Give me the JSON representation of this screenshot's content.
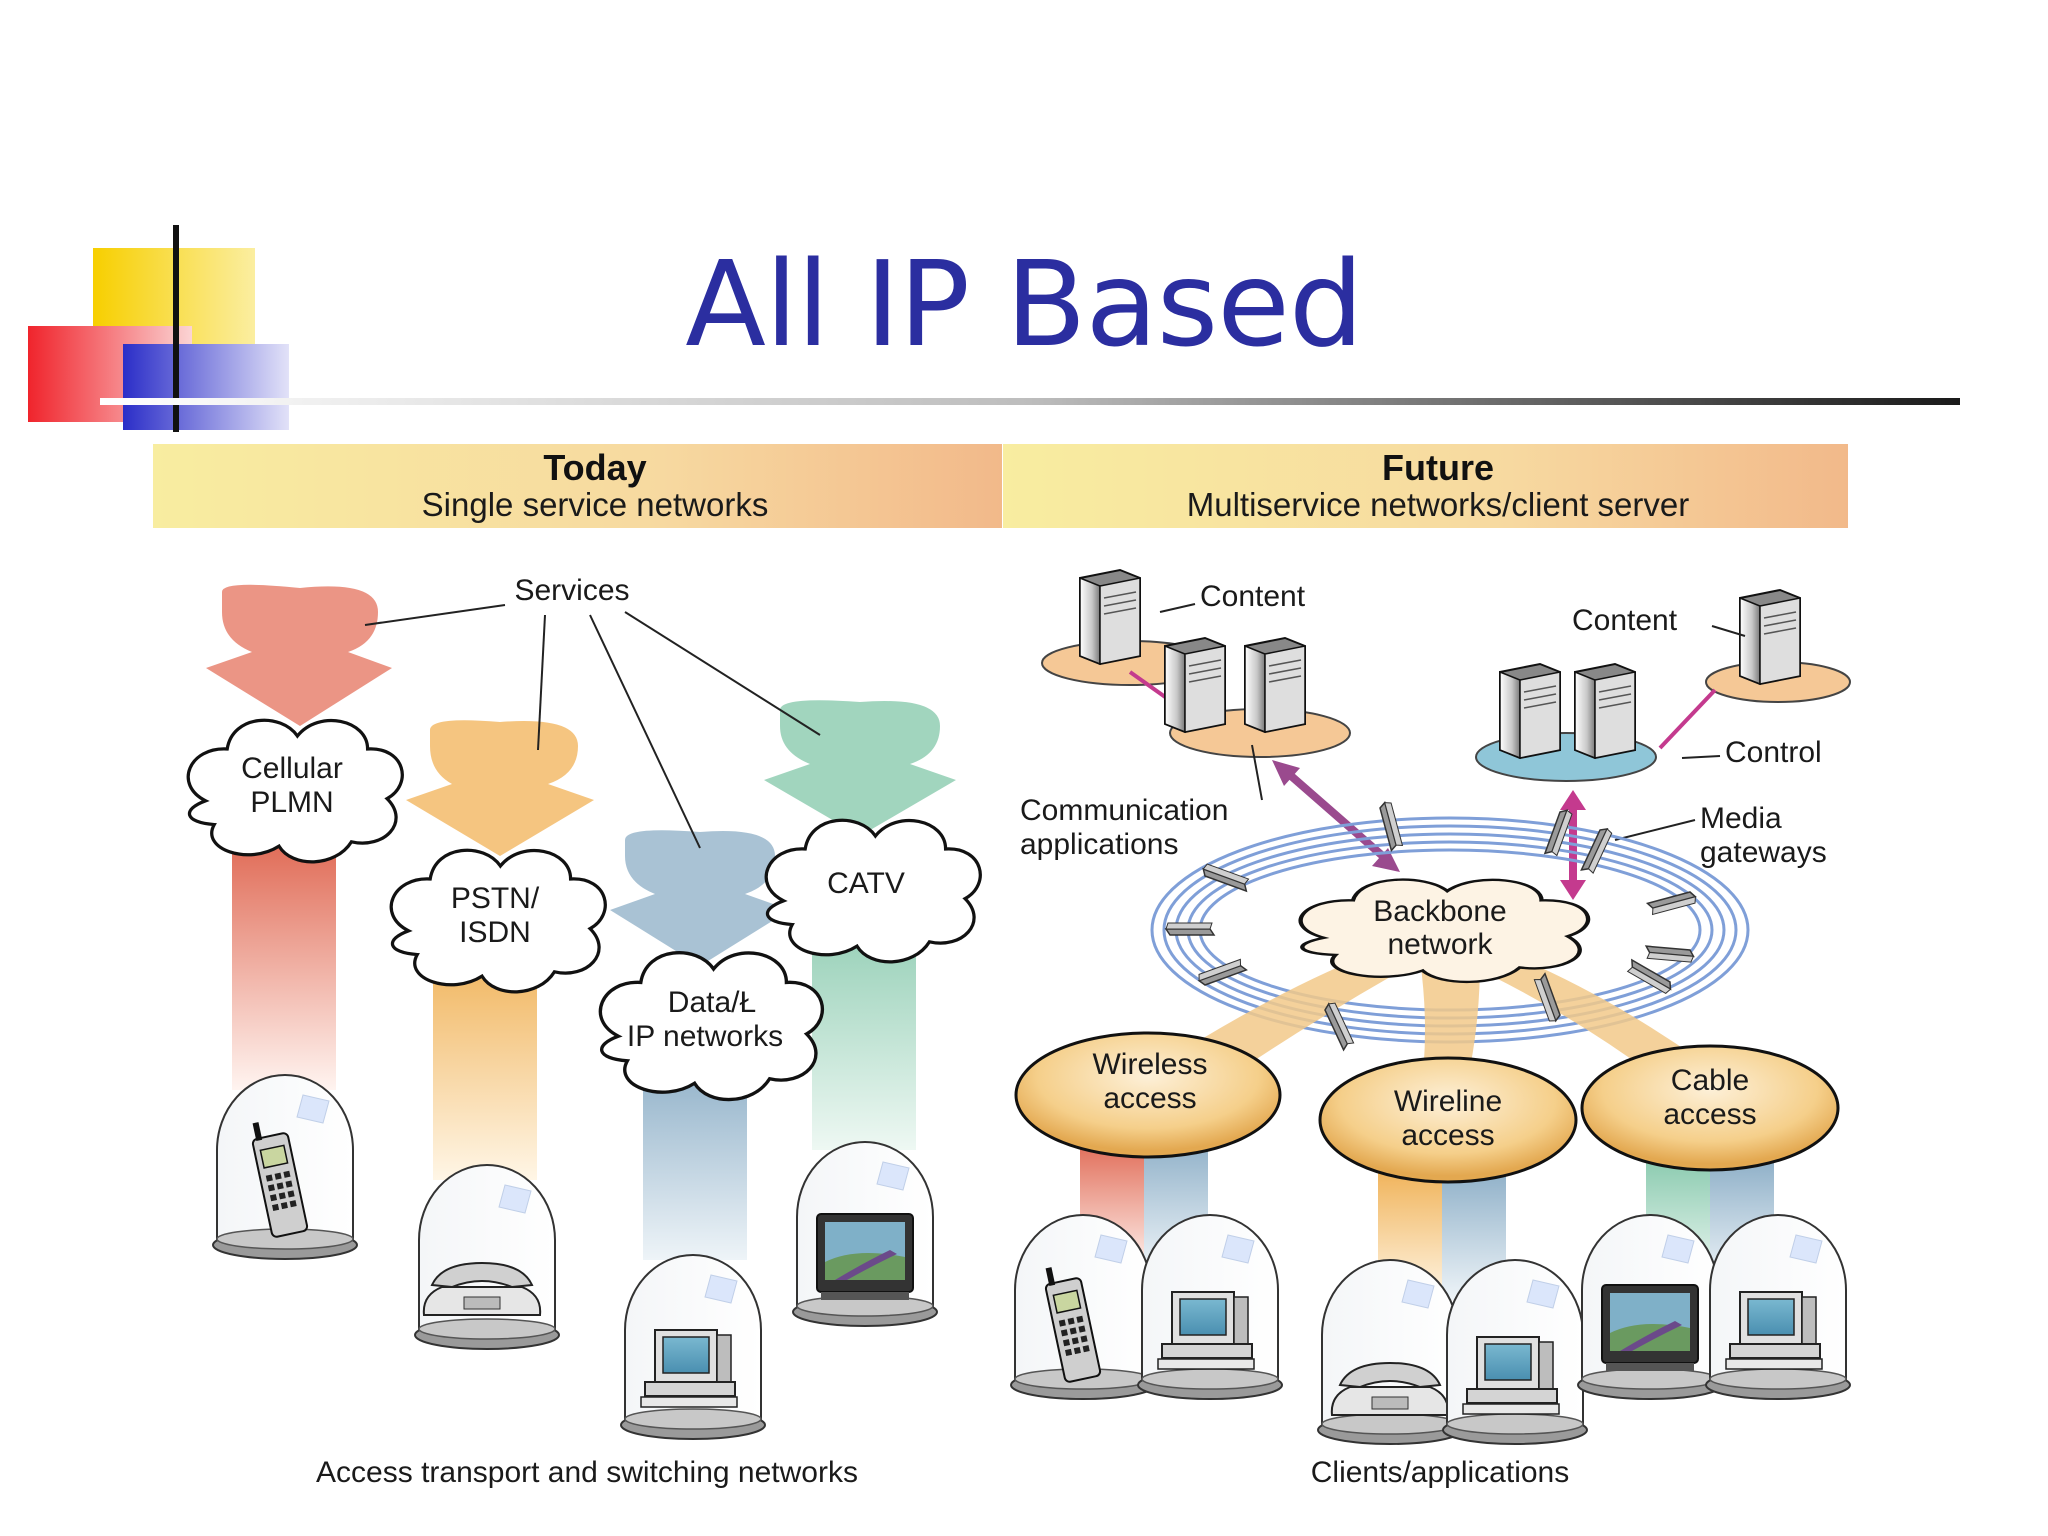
{
  "slide": {
    "title": "All IP Based",
    "colors": {
      "title": "#2b2ea0",
      "deco_yellow": "#f7cf00",
      "deco_red": "#f0242c",
      "deco_blue": "#2b2ec8"
    }
  },
  "today": {
    "heading": "Today",
    "subheading": "Single service networks",
    "services_label": "Services",
    "networks": [
      {
        "label_line1": "Cellular",
        "label_line2": "PLMN",
        "color": "#e06a55"
      },
      {
        "label_line1": "PSTN/",
        "label_line2": "ISDN",
        "color": "#f0b35a"
      },
      {
        "label_line1": "Data/Ł",
        "label_line2": "IP networks",
        "color": "#8fb0c8"
      },
      {
        "label_line1": "CATV",
        "label_line2": "",
        "color": "#8ccbb0"
      }
    ],
    "footer": "Access transport and switching networks",
    "device_icons": [
      "mobile-phone-icon",
      "telephone-icon",
      "computer-icon",
      "television-icon"
    ]
  },
  "future": {
    "heading": "Future",
    "subheading": "Multiservice networks/client server",
    "content_label_left": "Content",
    "content_label_right": "Content",
    "control_label": "Control",
    "comm_apps_line1": "Communication",
    "comm_apps_line2": "applications",
    "media_gw_line1": "Media",
    "media_gw_line2": "gateways",
    "backbone_line1": "Backbone",
    "backbone_line2": "network",
    "access": [
      {
        "line1": "Wireless",
        "line2": "access"
      },
      {
        "line1": "Wireline",
        "line2": "access"
      },
      {
        "line1": "Cable",
        "line2": "access"
      }
    ],
    "footer": "Clients/applications",
    "device_icons": [
      "mobile-phone-icon",
      "computer-icon",
      "telephone-icon",
      "computer-icon",
      "television-icon",
      "computer-icon"
    ]
  }
}
